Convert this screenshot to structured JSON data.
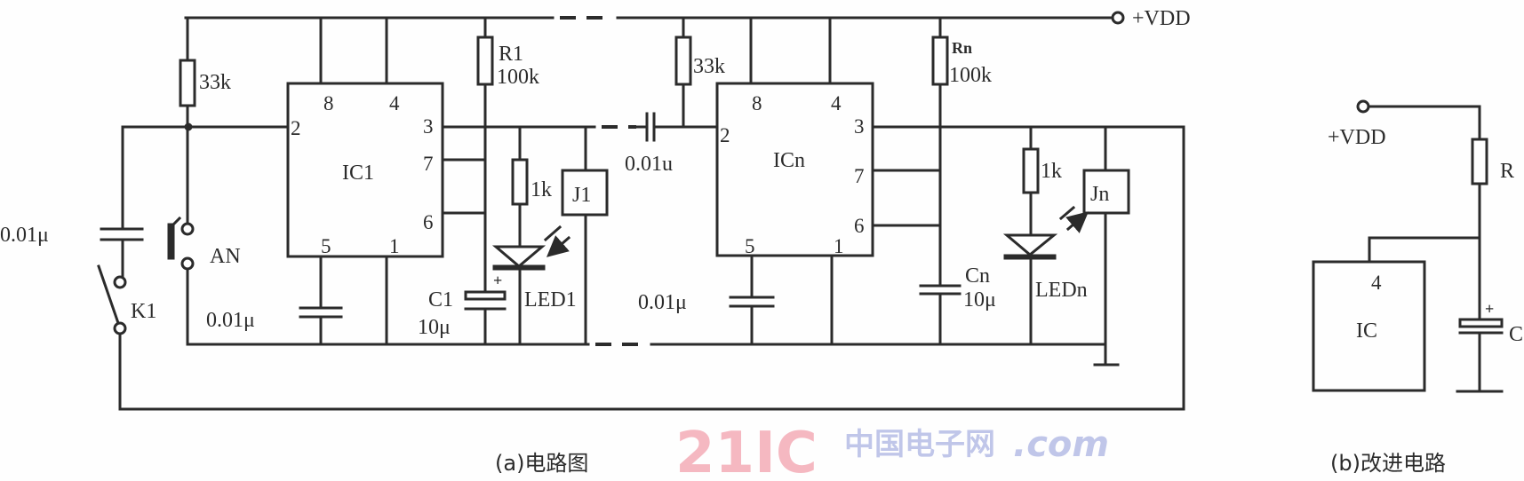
{
  "diagram": {
    "supply_label": "+VDD",
    "stage1": {
      "ic": "IC1",
      "pins": {
        "p8": "8",
        "p4": "4",
        "p2": "2",
        "p3": "3",
        "p7": "7",
        "p6": "6",
        "p5": "5",
        "p1": "1"
      },
      "trigger_resistor": "33k",
      "input_cap": "0.01μ",
      "button": "AN",
      "switch": "K1",
      "ctrl_cap": "0.01μ",
      "timing_resistor_name": "R1",
      "timing_resistor_value": "100k",
      "timing_cap_name": "C1",
      "timing_cap_value": "10μ",
      "led_resistor": "1k",
      "led": "LED1",
      "relay": "J1",
      "plus": "+"
    },
    "stagen": {
      "ic": "ICn",
      "pins": {
        "p8": "8",
        "p4": "4",
        "p2": "2",
        "p3": "3",
        "p7": "7",
        "p6": "6",
        "p5": "5",
        "p1": "1"
      },
      "coupling_cap": "0.01u",
      "trigger_resistor": "33k",
      "ctrl_cap": "0.01μ",
      "timing_resistor_name": "Rn",
      "timing_resistor_value": "100k",
      "timing_cap_name": "Cn",
      "timing_cap_value": "10μ",
      "led_resistor": "1k",
      "led": "LEDn",
      "relay": "Jn"
    },
    "improved": {
      "supply_label": "+VDD",
      "resistor": "R",
      "ic": "IC",
      "pin": "4",
      "cap": "C",
      "plus": "+"
    },
    "captions": {
      "a": "(a)电路图",
      "b": "(b)改进电路"
    },
    "watermark": {
      "cn": "中国电子网",
      "brand": "21IC",
      "domain": ".com"
    }
  }
}
